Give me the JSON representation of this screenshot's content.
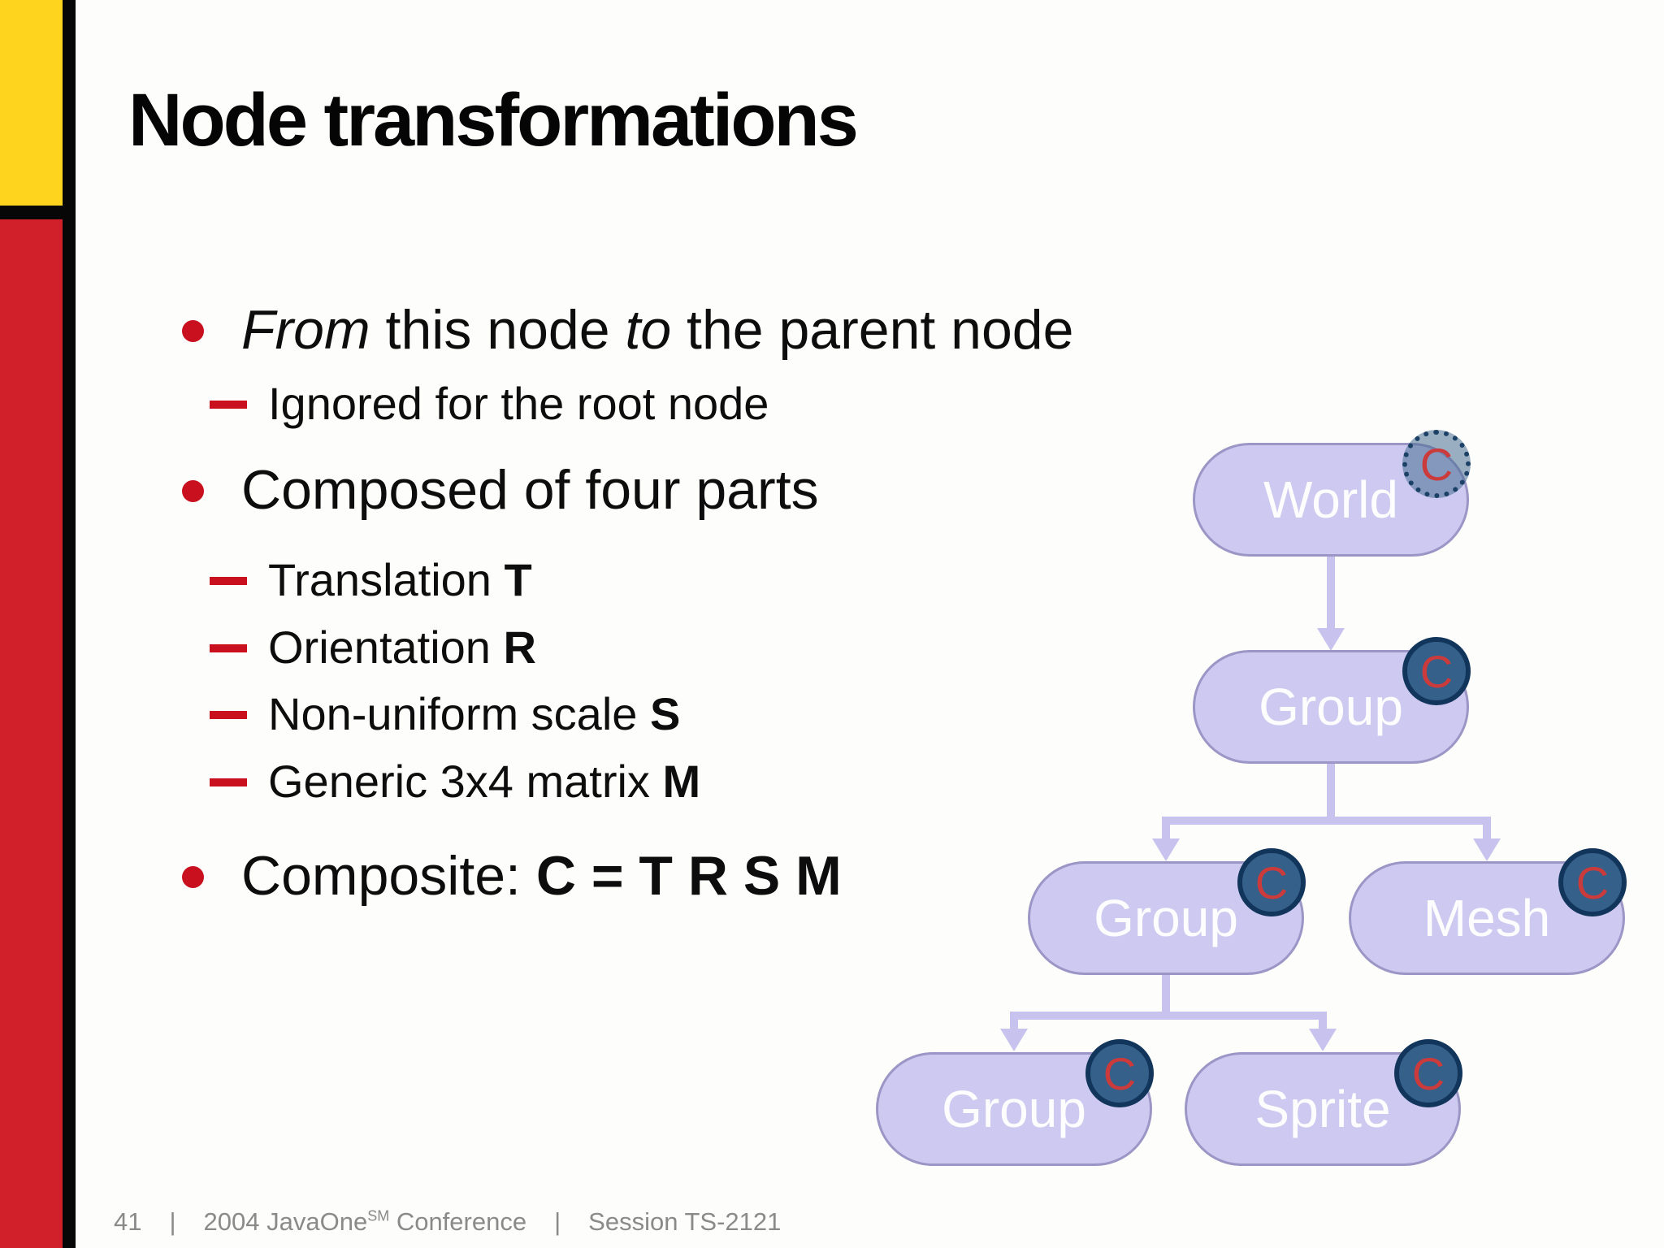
{
  "title": "Node transformations",
  "bullets": {
    "b1": {
      "seg_italic1": "From",
      "seg2": " this node ",
      "seg_italic2": "to",
      "seg3": " the parent node"
    },
    "b1_sub": "Ignored for the root node",
    "b2": "Composed of four parts",
    "b2_subs": [
      {
        "text": "Translation ",
        "symbol": "T"
      },
      {
        "text": "Orientation ",
        "symbol": "R"
      },
      {
        "text": "Non-uniform scale ",
        "symbol": "S"
      },
      {
        "text": "Generic 3x4 matrix ",
        "symbol": "M"
      }
    ],
    "b3": {
      "text": "Composite: ",
      "formula": "C = T R S M"
    }
  },
  "diagram": {
    "nodes": [
      {
        "label": "World",
        "badge": "C",
        "badge_style": "dotted"
      },
      {
        "label": "Group",
        "badge": "C",
        "badge_style": "solid"
      },
      {
        "label": "Group",
        "badge": "C",
        "badge_style": "solid"
      },
      {
        "label": "Mesh",
        "badge": "C",
        "badge_style": "solid"
      },
      {
        "label": "Group",
        "badge": "C",
        "badge_style": "solid"
      },
      {
        "label": "Sprite",
        "badge": "C",
        "badge_style": "solid"
      }
    ],
    "colors": {
      "node_fill": "#cdc9f0",
      "node_border": "#9b96c6",
      "node_text": "#ffffff",
      "connector": "#c7c3ee",
      "badge_fill": "#34608a",
      "badge_border": "#12355c",
      "badge_letter": "#cc3b3b"
    }
  },
  "footer": {
    "page_number": "41",
    "divider": "|",
    "conference_prefix": "2004 JavaOne",
    "conference_sm": "SM",
    "conference_suffix": " Conference",
    "session": "Session TS-2121"
  },
  "colors": {
    "background": "#fdfdfb",
    "bar_yellow": "#ffd41f",
    "bar_red": "#d2202b",
    "bar_black": "#070707",
    "bullet_marker": "#c9101f",
    "body_text": "#0d0d0d",
    "footer_text": "#8a8a8a"
  }
}
